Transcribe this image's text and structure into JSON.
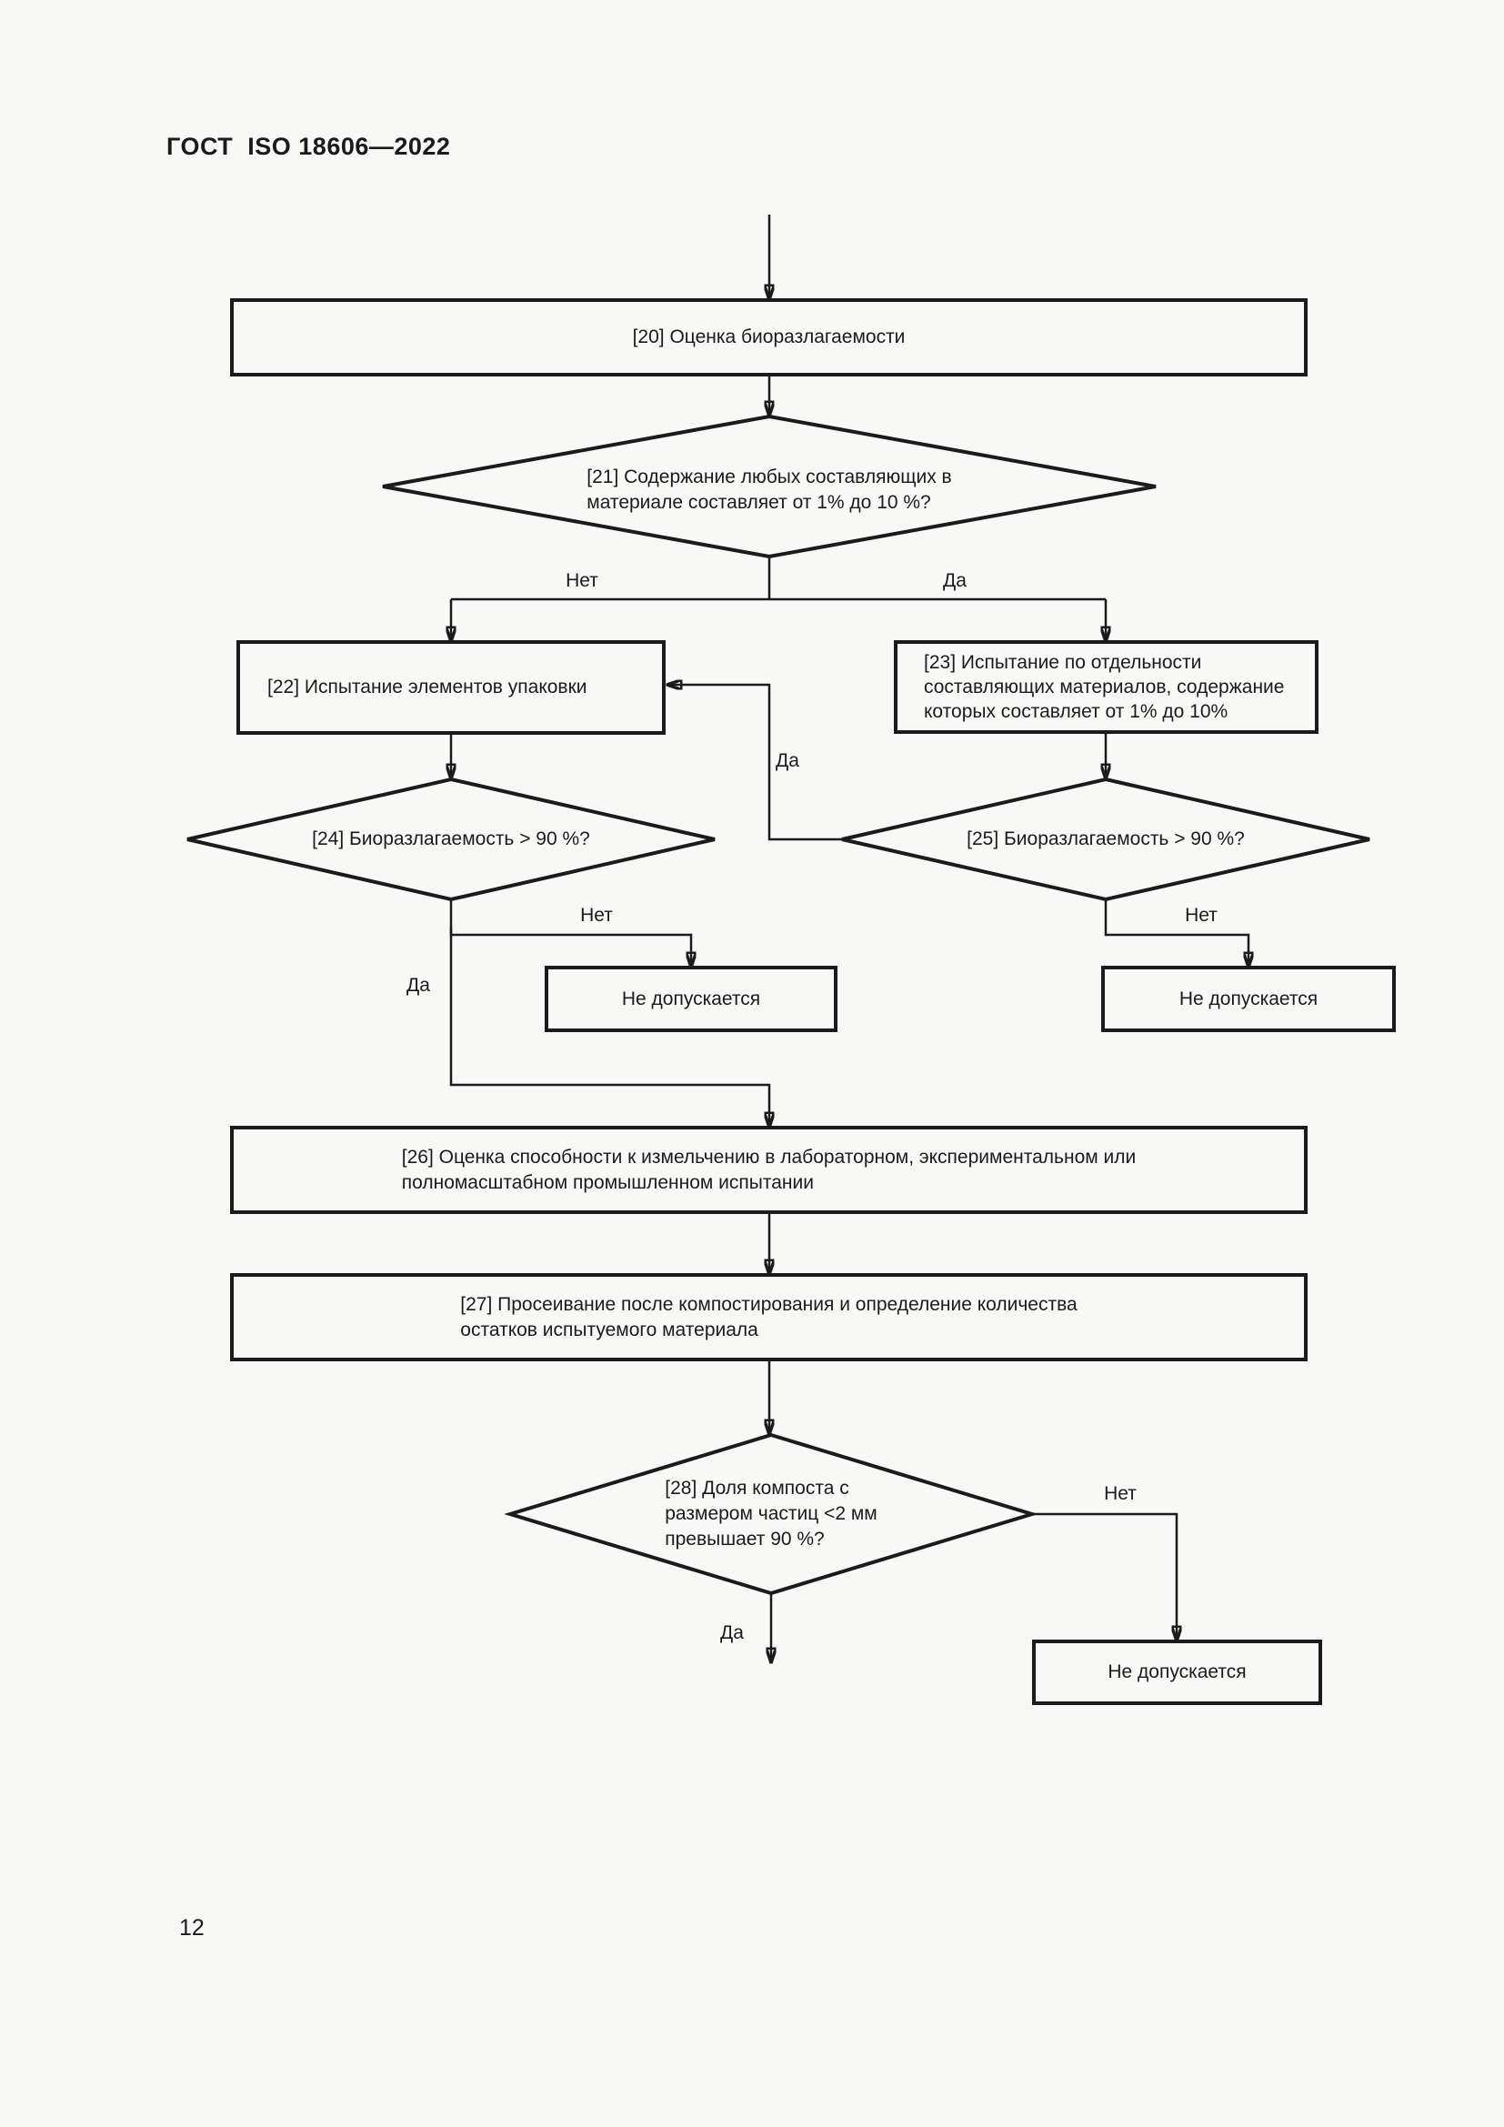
{
  "page": {
    "header": "ГОСТ  ISO 18606—2022",
    "page_number": "12"
  },
  "labels": {
    "yes": "Да",
    "no": "Нет"
  },
  "nodes": {
    "n20": "[20] Оценка биоразлагаемости",
    "n21": "[21] Содержание любых составляющих в\nматериале составляет от 1% до 10 %?",
    "n22": "[22] Испытание элементов упаковки",
    "n23": "[23] Испытание по отдельности\nсоставляющих материалов, содержание\nкоторых составляет от 1% до 10%",
    "n24": "[24] Биоразлагаемость > 90 %?",
    "n25": "[25] Биоразлагаемость > 90 %?",
    "n26": "[26] Оценка способности к измельчению в лабораторном, экспериментальном или\nполномасштабном промышленном испытании",
    "n27": "[27] Просеивание после компостирования и определение количества\nостатков испытуемого материала",
    "n28": "[28] Доля компоста с\nразмером частиц <2 мм\nпревышает 90 %?",
    "reject": "Не допускается"
  },
  "colors": {
    "ink": "#1b1b1b",
    "paper": "#f8f8f7"
  }
}
